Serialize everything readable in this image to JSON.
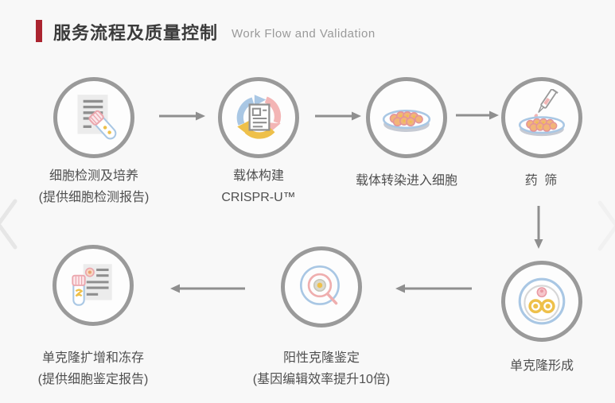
{
  "header": {
    "title_zh": "服务流程及质量控制",
    "title_en": "Work Flow and Validation"
  },
  "palette": {
    "background": "#f8f8f8",
    "accent_red": "#ab2430",
    "circle_border": "#9a9a9a",
    "arrow_gray": "#8f8f8f",
    "label_text": "#4f4f4f",
    "subtitle_gray": "#9a9a9a",
    "icon_blue": "#a9c7e4",
    "icon_pink": "#efaeae",
    "icon_yellow": "#eec04a",
    "icon_orange": "#f2b478"
  },
  "carousel": {
    "prev_icon": "chevron-left",
    "next_icon": "chevron-right"
  },
  "flow": {
    "steps": [
      {
        "label": "细胞检测及培养",
        "sublabel": "(提供细胞检测报告)",
        "icon": "cell-test-report-icon"
      },
      {
        "label": "载体构建",
        "sublabel": "CRISPR-U™",
        "icon": "vector-construction-cycle-icon"
      },
      {
        "label": "载体转染进入细胞",
        "sublabel": "",
        "icon": "petri-dish-cells-icon"
      },
      {
        "label": "药 筛",
        "sublabel": "",
        "icon": "drug-screening-dropper-icon"
      },
      {
        "label": "单克隆形成",
        "sublabel": "",
        "icon": "monoclonal-colony-icon"
      },
      {
        "label": "阳性克隆鉴定",
        "sublabel": "(基因编辑效率提升10倍)",
        "icon": "positive-clone-magnifier-icon"
      },
      {
        "label": "单克隆扩增和冻存",
        "sublabel": "(提供细胞鉴定报告)",
        "icon": "expansion-cryostorage-report-icon"
      }
    ]
  }
}
